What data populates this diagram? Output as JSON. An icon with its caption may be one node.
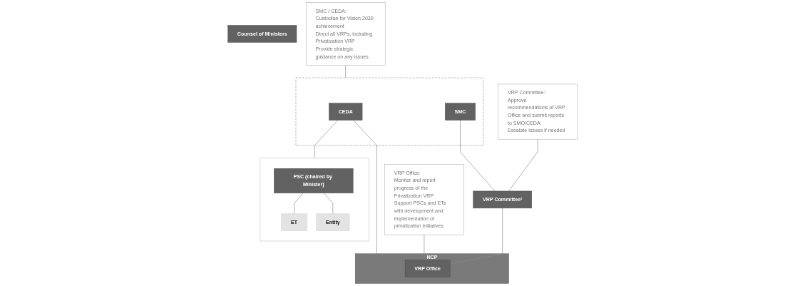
{
  "diagram": {
    "nodes": [
      {
        "text": [
          "Counsel of Ministers"
        ]
      },
      {
        "text": [],
        "shape": "box"
      },
      {
        "text": [
          "CEDA"
        ],
        "in": 1
      },
      {
        "text": [
          "SMC"
        ],
        "in": 1
      },
      {
        "text": [],
        "shape": "box"
      },
      {
        "text": [
          "PSC (chaired by Minister)"
        ],
        "in": 4
      },
      {
        "text": [
          "ET"
        ],
        "in": 4
      },
      {
        "text": [
          "Entity"
        ],
        "in": 4
      },
      {
        "text": [
          "VRP Committee¹"
        ]
      },
      {
        "text": [
          "NCP"
        ]
      },
      {
        "text": [
          "VRP Office"
        ],
        "in": 9
      },
      {
        "text": [
          "SMC / CEDA:",
          "Custodian for Vision 2030 achievement",
          "Direct all VRPs, including Privatization VRP",
          "Provide strategic guidance on any issues"
        ]
      },
      {
        "text": [
          "VRP Committee:",
          "Approve recommendations of VRP Office and submit reports to SMO/CEDA",
          "Escalate issues if needed"
        ]
      },
      {
        "text": [
          "VRP Office:",
          "Monitor and report progress of the Privatization VRP",
          "Support PSCs and ETs with development and implementation of privatization initiatives"
        ]
      }
    ],
    "edges": [
      {
        "from": 2,
        "to": 4,
        "arrow": "none"
      },
      {
        "from": 3,
        "to": 8,
        "arrow": "none"
      },
      {
        "from": 2,
        "to": 9,
        "arrow": "none"
      },
      {
        "from": 5,
        "to": 6,
        "arrow": "none"
      },
      {
        "from": 5,
        "to": 7,
        "arrow": "none"
      },
      {
        "from": 8,
        "to": 10,
        "arrow": "none"
      },
      {
        "from": 11,
        "to": 1,
        "arrow": "none"
      },
      {
        "from": 12,
        "to": 8,
        "arrow": "none"
      },
      {
        "from": 13,
        "to": 10,
        "arrow": "none"
      }
    ]
  }
}
